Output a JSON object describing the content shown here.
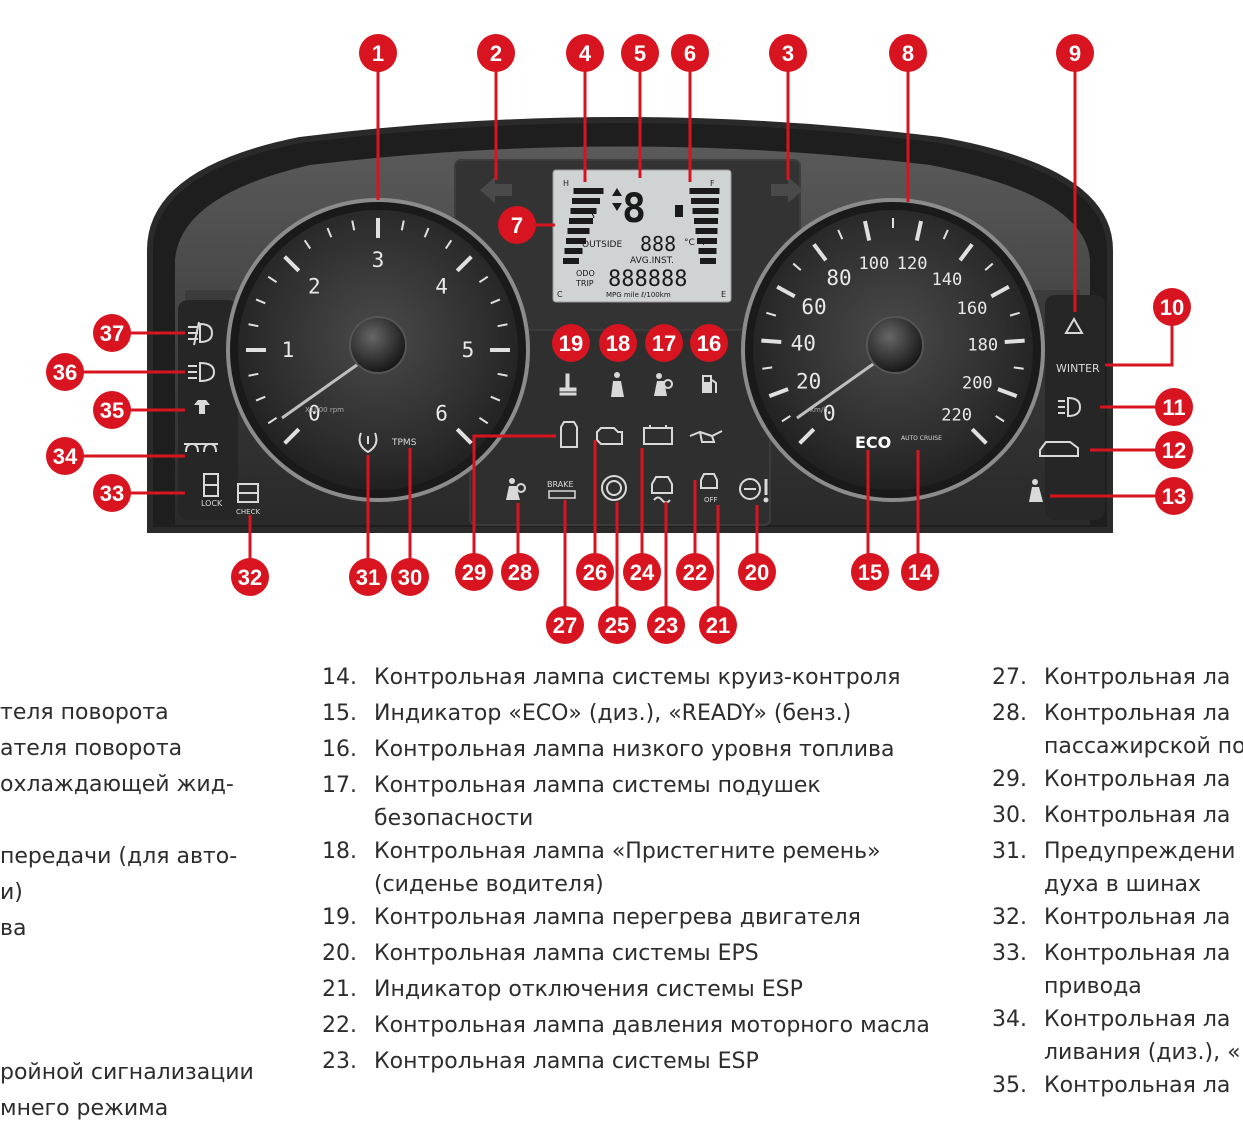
{
  "gauges": {
    "tachometer": {
      "ticks": [
        "0",
        "1",
        "2",
        "3",
        "4",
        "5",
        "6"
      ],
      "unit": "X1000 rpm"
    },
    "speedometer": {
      "ticks": [
        "0",
        "20",
        "40",
        "60",
        "80",
        "100",
        "120",
        "140",
        "160",
        "180",
        "200",
        "220"
      ],
      "unit": "km/h"
    }
  },
  "lcd": {
    "h": "H",
    "f": "F",
    "c": "C",
    "e": "E",
    "outside": "OUTSIDE",
    "temp": "888",
    "temp_units": "°C °F",
    "avg_inst": "AVG.INST.",
    "odo": "ODO",
    "trip": "TRIP",
    "odo_value": "888888",
    "mpg": "MPG mile ℓ/100km"
  },
  "panel_labels": {
    "tpms": "TPMS",
    "eco": "ECO",
    "auto_cruise": "AUTO CRUISE",
    "brake": "BRAKE",
    "winter": "WINTER",
    "lock": "LOCK",
    "check": "CHECK",
    "off": "OFF"
  },
  "callouts": [
    "1",
    "2",
    "3",
    "4",
    "5",
    "6",
    "7",
    "8",
    "9",
    "10",
    "11",
    "12",
    "13",
    "14",
    "15",
    "16",
    "17",
    "18",
    "19",
    "20",
    "21",
    "22",
    "23",
    "24",
    "25",
    "26",
    "27",
    "28",
    "29",
    "30",
    "31",
    "32",
    "33",
    "34",
    "35",
    "36",
    "37"
  ],
  "colors": {
    "callout": "#d7141f",
    "panel": "#2a2a2a",
    "lcd": "#cfd3d4"
  },
  "legend": {
    "left": [
      "теля поворота",
      "ателя поворота",
      " охлаждающей жид-",
      "",
      "передачи (для авто-",
      "и)",
      "ва",
      "",
      "",
      "",
      "ройной сигнализации",
      "мнего режима"
    ],
    "middle": [
      {
        "num": "14.",
        "text": "Контрольная лампа системы круиз-контроля",
        "cont": ""
      },
      {
        "num": "15.",
        "text": "Индикатор «ECO» (диз.), «READY» (бенз.)",
        "cont": ""
      },
      {
        "num": "16.",
        "text": "Контрольная лампа низкого уровня топлива",
        "cont": ""
      },
      {
        "num": "17.",
        "text": "Контрольная лампа системы подушек",
        "cont": "безопасности"
      },
      {
        "num": "18.",
        "text": "Контрольная лампа «Пристегните ремень»",
        "cont": "(сиденье водителя)"
      },
      {
        "num": "19.",
        "text": "Контрольная лампа перегрева двигателя",
        "cont": ""
      },
      {
        "num": "20.",
        "text": "Контрольная лампа системы EPS",
        "cont": ""
      },
      {
        "num": "21.",
        "text": "Индикатор отключения системы ESP",
        "cont": ""
      },
      {
        "num": "22.",
        "text": "Контрольная лампа давления моторного масла",
        "cont": ""
      },
      {
        "num": "23.",
        "text": "Контрольная лампа системы ESP",
        "cont": ""
      }
    ],
    "right": [
      {
        "num": "27.",
        "text": "Контрольная ла",
        "cont": ""
      },
      {
        "num": "28.",
        "text": "Контрольная ла",
        "cont": "пассажирской по"
      },
      {
        "num": "29.",
        "text": "Контрольная ла",
        "cont": ""
      },
      {
        "num": "30.",
        "text": "Контрольная ла",
        "cont": ""
      },
      {
        "num": "31.",
        "text": "Предупреждени",
        "cont": "духа в шинах"
      },
      {
        "num": "32.",
        "text": "Контрольная ла",
        "cont": ""
      },
      {
        "num": "33.",
        "text": "Контрольная ла",
        "cont": "привода"
      },
      {
        "num": "34.",
        "text": "Контрольная ла",
        "cont": "ливания (диз.), «"
      },
      {
        "num": "35.",
        "text": "Контрольная ла",
        "cont": ""
      }
    ]
  }
}
